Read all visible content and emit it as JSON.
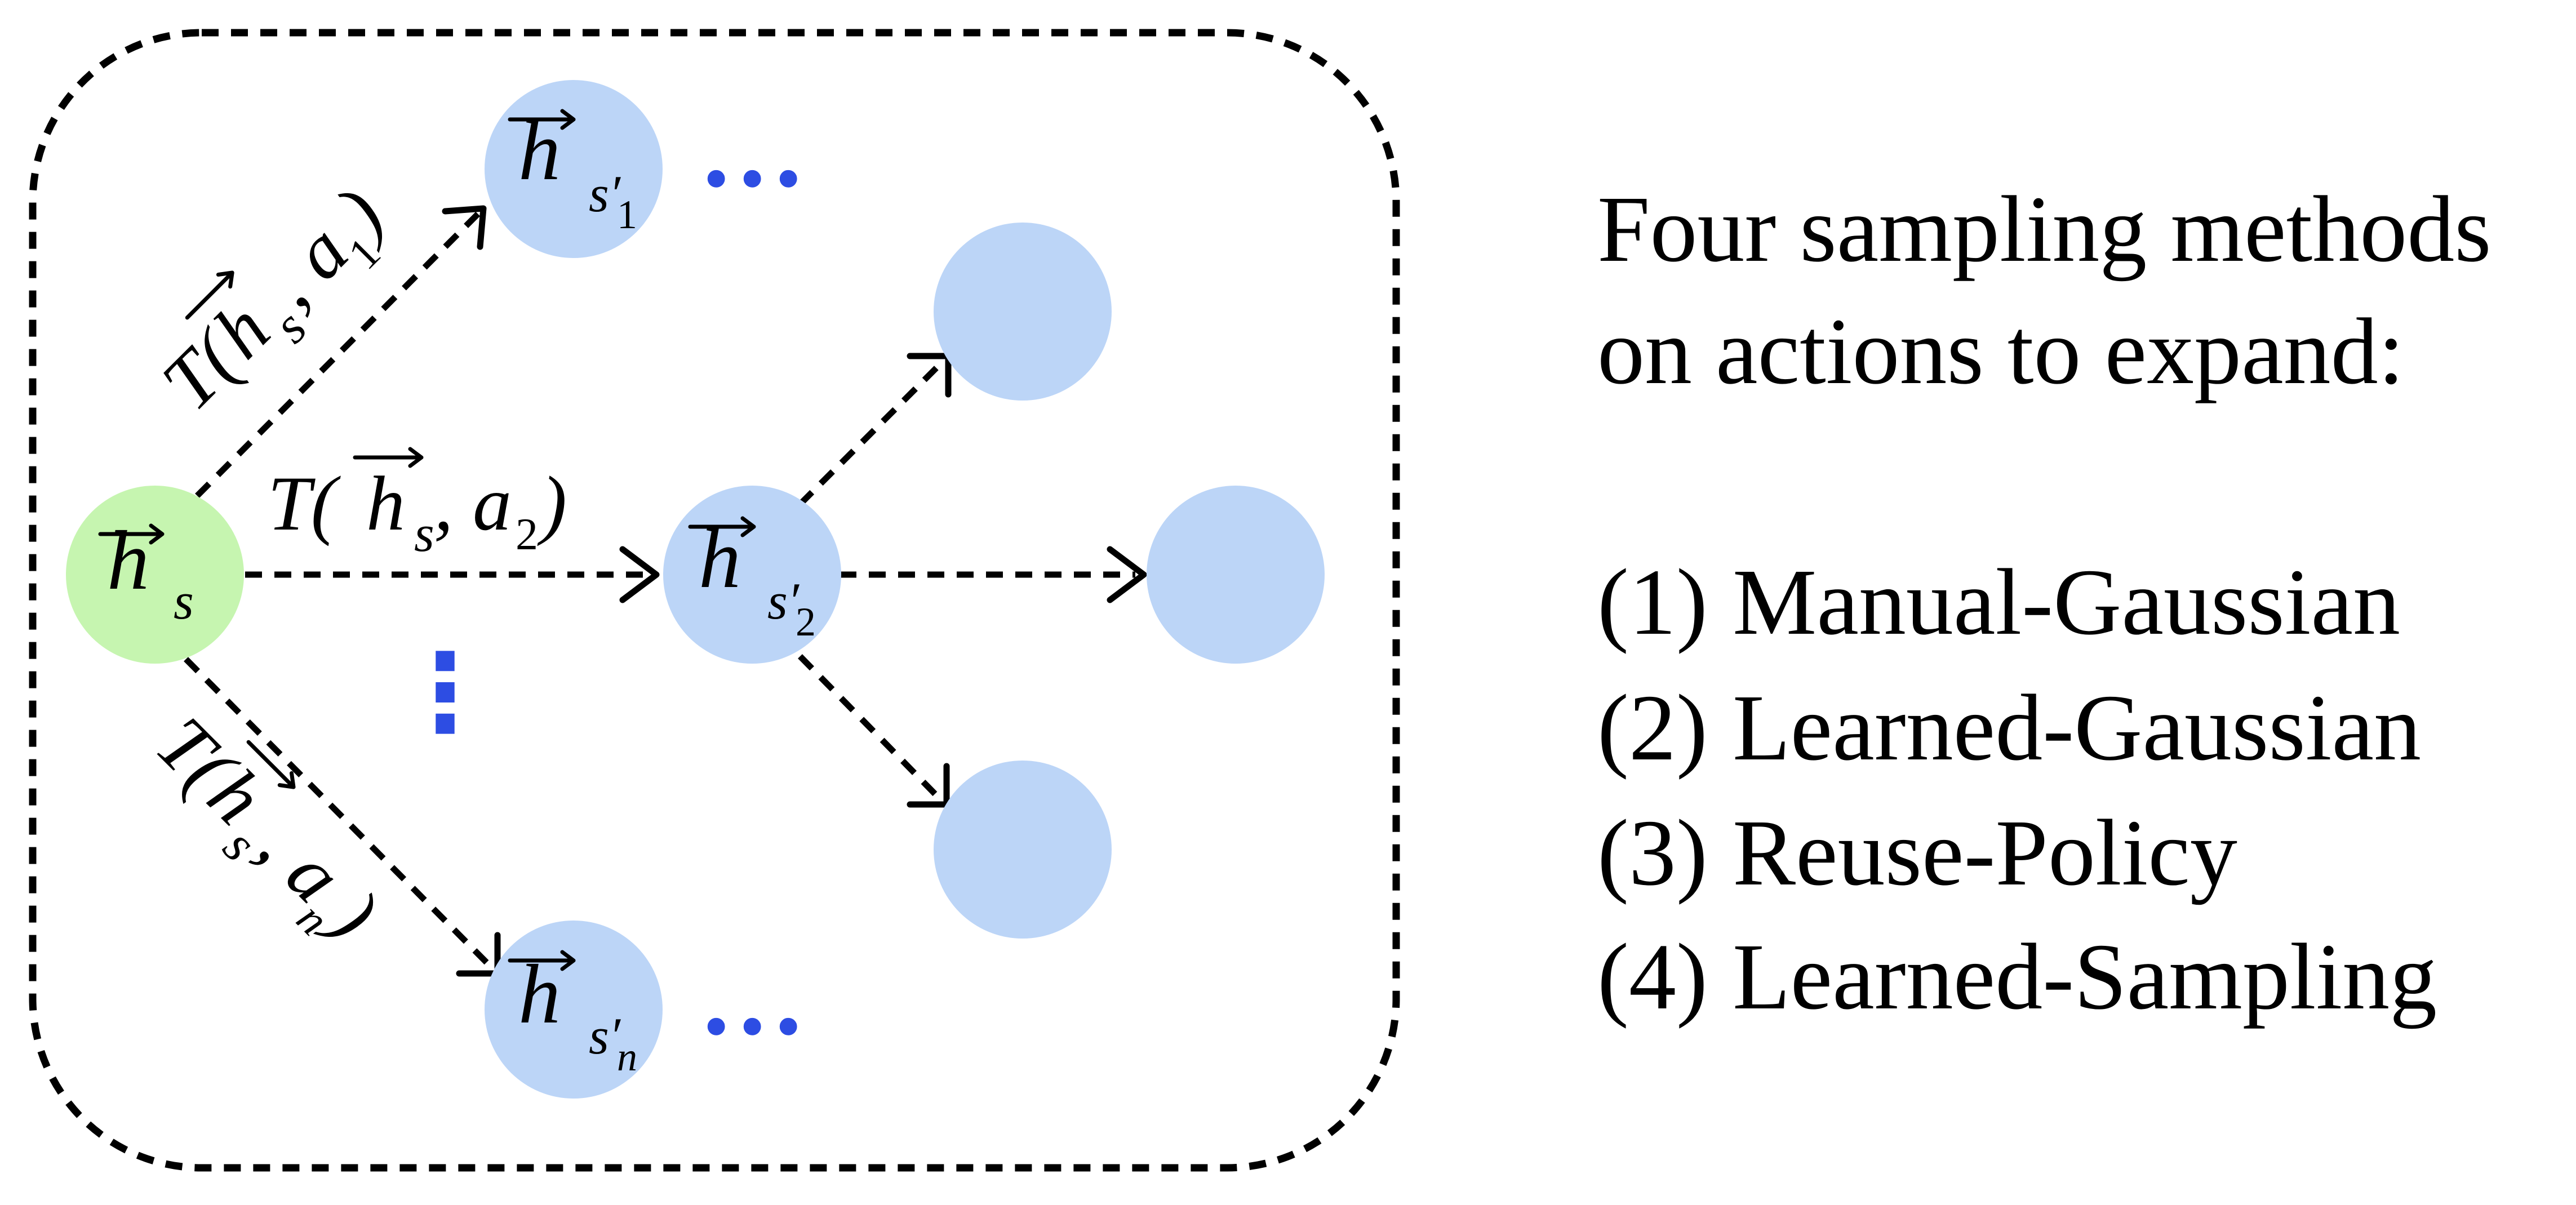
{
  "colors": {
    "root_node": "#c6f5b0",
    "child_node": "#bcd5f7",
    "ellipsis": "#2d4de3",
    "edge": "#000000",
    "border": "#000000"
  },
  "nodes": {
    "root": {
      "vec": "h",
      "sub": "s"
    },
    "child1": {
      "vec": "h",
      "sub": "s′",
      "subsub": "1"
    },
    "child2": {
      "vec": "h",
      "sub": "s′",
      "subsub": "2"
    },
    "childn": {
      "vec": "h",
      "sub": "s′",
      "subsub": "n"
    }
  },
  "edges": {
    "a1": {
      "func": "T(",
      "vec": "h",
      "sub": "s",
      "sep": ", a",
      "subsub": "1",
      "close": ")"
    },
    "a2": {
      "func": "T(",
      "vec": "h",
      "sub": "s",
      "sep": ", a",
      "subsub": "2",
      "close": ")"
    },
    "an": {
      "func": "T(",
      "vec": "h",
      "sub": "s",
      "sep": ", a",
      "subsub": "n",
      "close": ")"
    }
  },
  "ellipsis": {
    "horizontal": "…",
    "vertical": "⋮"
  },
  "description": {
    "line1": "Four sampling methods",
    "line2": "on actions to expand:",
    "methods": [
      {
        "num": "(1)",
        "name": "Manual-Gaussian"
      },
      {
        "num": "(2)",
        "name": "Learned-Gaussian"
      },
      {
        "num": "(3)",
        "name": "Reuse-Policy"
      },
      {
        "num": "(4)",
        "name": "Learned-Sampling"
      }
    ]
  }
}
